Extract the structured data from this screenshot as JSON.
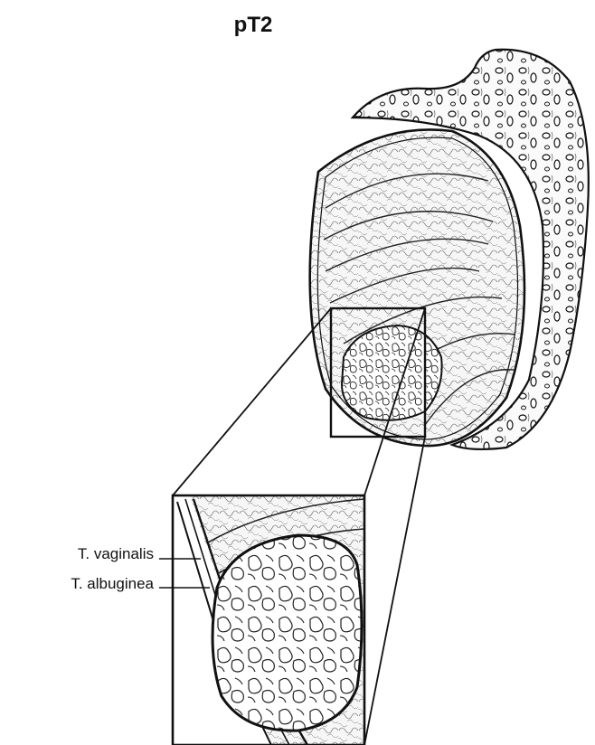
{
  "title": "pT2",
  "labels": {
    "vaginalis": "T. vaginalis",
    "albuginea": "T. albuginea"
  },
  "colors": {
    "ink": "#111111",
    "parenchyma": "#f4f4f4",
    "tumor": "#ffffff",
    "background": "#ffffff"
  }
}
